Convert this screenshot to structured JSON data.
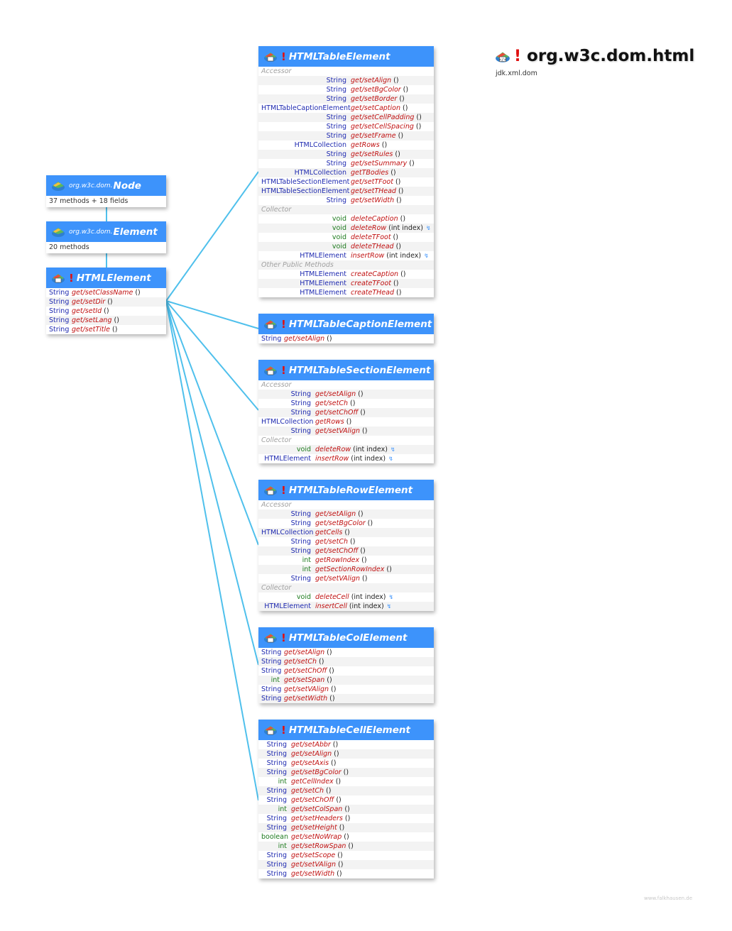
{
  "header": {
    "title": "org.w3c.dom.html",
    "module": "jdk.xml.dom"
  },
  "colors": {
    "header_bg": "#3d93fb",
    "link": "#4fc0ec",
    "type": "#1f2ab0",
    "primitive": "#1c7a1c",
    "method": "#c01010",
    "section": "#a0a0a0"
  },
  "classes": {
    "node": {
      "package": "org.w3c.dom.",
      "name": "Node",
      "summary": "37 methods + 18 fields"
    },
    "element": {
      "package": "org.w3c.dom.",
      "name": "Element",
      "summary": "20 methods"
    },
    "html_element": {
      "name": "HTMLElement",
      "rows": [
        {
          "type": "String",
          "method": "get/setClassName",
          "params": "()"
        },
        {
          "type": "String",
          "method": "get/setDir",
          "params": "()"
        },
        {
          "type": "String",
          "method": "get/setId",
          "params": "()"
        },
        {
          "type": "String",
          "method": "get/setLang",
          "params": "()"
        },
        {
          "type": "String",
          "method": "get/setTitle",
          "params": "()"
        }
      ]
    },
    "table_element": {
      "name": "HTMLTableElement",
      "rows": [
        {
          "section": "Accessor"
        },
        {
          "type": "String",
          "method": "get/setAlign",
          "params": "()"
        },
        {
          "type": "String",
          "method": "get/setBgColor",
          "params": "()"
        },
        {
          "type": "String",
          "method": "get/setBorder",
          "params": "()"
        },
        {
          "type": "HTMLTableCaptionElement",
          "method": "get/setCaption",
          "params": "()"
        },
        {
          "type": "String",
          "method": "get/setCellPadding",
          "params": "()"
        },
        {
          "type": "String",
          "method": "get/setCellSpacing",
          "params": "()"
        },
        {
          "type": "String",
          "method": "get/setFrame",
          "params": "()"
        },
        {
          "type": "HTMLCollection",
          "method": "getRows",
          "params": "()"
        },
        {
          "type": "String",
          "method": "get/setRules",
          "params": "()"
        },
        {
          "type": "String",
          "method": "get/setSummary",
          "params": "()"
        },
        {
          "type": "HTMLCollection",
          "method": "getTBodies",
          "params": "()"
        },
        {
          "type": "HTMLTableSectionElement",
          "method": "get/setTFoot",
          "params": "()"
        },
        {
          "type": "HTMLTableSectionElement",
          "method": "get/setTHead",
          "params": "()"
        },
        {
          "type": "String",
          "method": "get/setWidth",
          "params": "()"
        },
        {
          "section": "Collector"
        },
        {
          "type": "void",
          "method": "deleteCaption",
          "params": "()"
        },
        {
          "type": "void",
          "method": "deleteRow",
          "params": "(int index)",
          "arrow": "↯"
        },
        {
          "type": "void",
          "method": "deleteTFoot",
          "params": "()"
        },
        {
          "type": "void",
          "method": "deleteTHead",
          "params": "()"
        },
        {
          "type": "HTMLElement",
          "method": "insertRow",
          "params": "(int index)",
          "arrow": "↯"
        },
        {
          "section": "Other Public Methods"
        },
        {
          "type": "HTMLElement",
          "method": "createCaption",
          "params": "()"
        },
        {
          "type": "HTMLElement",
          "method": "createTFoot",
          "params": "()"
        },
        {
          "type": "HTMLElement",
          "method": "createTHead",
          "params": "()"
        }
      ]
    },
    "caption_element": {
      "name": "HTMLTableCaptionElement",
      "rows": [
        {
          "type": "String",
          "method": "get/setAlign",
          "params": "()"
        }
      ]
    },
    "section_element": {
      "name": "HTMLTableSectionElement",
      "rows": [
        {
          "section": "Accessor"
        },
        {
          "type": "String",
          "method": "get/setAlign",
          "params": "()"
        },
        {
          "type": "String",
          "method": "get/setCh",
          "params": "()"
        },
        {
          "type": "String",
          "method": "get/setChOff",
          "params": "()"
        },
        {
          "type": "HTMLCollection",
          "method": "getRows",
          "params": "()"
        },
        {
          "type": "String",
          "method": "get/setVAlign",
          "params": "()"
        },
        {
          "section": "Collector"
        },
        {
          "type": "void",
          "method": "deleteRow",
          "params": "(int index)",
          "arrow": "↯"
        },
        {
          "type": "HTMLElement",
          "method": "insertRow",
          "params": "(int index)",
          "arrow": "↯"
        }
      ]
    },
    "row_element": {
      "name": "HTMLTableRowElement",
      "rows": [
        {
          "section": "Accessor"
        },
        {
          "type": "String",
          "method": "get/setAlign",
          "params": "()"
        },
        {
          "type": "String",
          "method": "get/setBgColor",
          "params": "()"
        },
        {
          "type": "HTMLCollection",
          "method": "getCells",
          "params": "()"
        },
        {
          "type": "String",
          "method": "get/setCh",
          "params": "()"
        },
        {
          "type": "String",
          "method": "get/setChOff",
          "params": "()"
        },
        {
          "type": "int",
          "method": "getRowIndex",
          "params": "()"
        },
        {
          "type": "int",
          "method": "getSectionRowIndex",
          "params": "()"
        },
        {
          "type": "String",
          "method": "get/setVAlign",
          "params": "()"
        },
        {
          "section": "Collector"
        },
        {
          "type": "void",
          "method": "deleteCell",
          "params": "(int index)",
          "arrow": "↯"
        },
        {
          "type": "HTMLElement",
          "method": "insertCell",
          "params": "(int index)",
          "arrow": "↯"
        }
      ]
    },
    "col_element": {
      "name": "HTMLTableColElement",
      "rows": [
        {
          "type": "String",
          "method": "get/setAlign",
          "params": "()"
        },
        {
          "type": "String",
          "method": "get/setCh",
          "params": "()"
        },
        {
          "type": "String",
          "method": "get/setChOff",
          "params": "()"
        },
        {
          "type": "int",
          "method": "get/setSpan",
          "params": "()"
        },
        {
          "type": "String",
          "method": "get/setVAlign",
          "params": "()"
        },
        {
          "type": "String",
          "method": "get/setWidth",
          "params": "()"
        }
      ]
    },
    "cell_element": {
      "name": "HTMLTableCellElement",
      "rows": [
        {
          "type": "String",
          "method": "get/setAbbr",
          "params": "()"
        },
        {
          "type": "String",
          "method": "get/setAlign",
          "params": "()"
        },
        {
          "type": "String",
          "method": "get/setAxis",
          "params": "()"
        },
        {
          "type": "String",
          "method": "get/setBgColor",
          "params": "()"
        },
        {
          "type": "int",
          "method": "getCellIndex",
          "params": "()"
        },
        {
          "type": "String",
          "method": "get/setCh",
          "params": "()"
        },
        {
          "type": "String",
          "method": "get/setChOff",
          "params": "()"
        },
        {
          "type": "int",
          "method": "get/setColSpan",
          "params": "()"
        },
        {
          "type": "String",
          "method": "get/setHeaders",
          "params": "()"
        },
        {
          "type": "String",
          "method": "get/setHeight",
          "params": "()"
        },
        {
          "type": "boolean",
          "method": "get/setNoWrap",
          "params": "()"
        },
        {
          "type": "int",
          "method": "get/setRowSpan",
          "params": "()"
        },
        {
          "type": "String",
          "method": "get/setScope",
          "params": "()"
        },
        {
          "type": "String",
          "method": "get/setVAlign",
          "params": "()"
        },
        {
          "type": "String",
          "method": "get/setWidth",
          "params": "()"
        }
      ]
    }
  },
  "footer": {
    "credit": "www.falkhausen.de"
  }
}
